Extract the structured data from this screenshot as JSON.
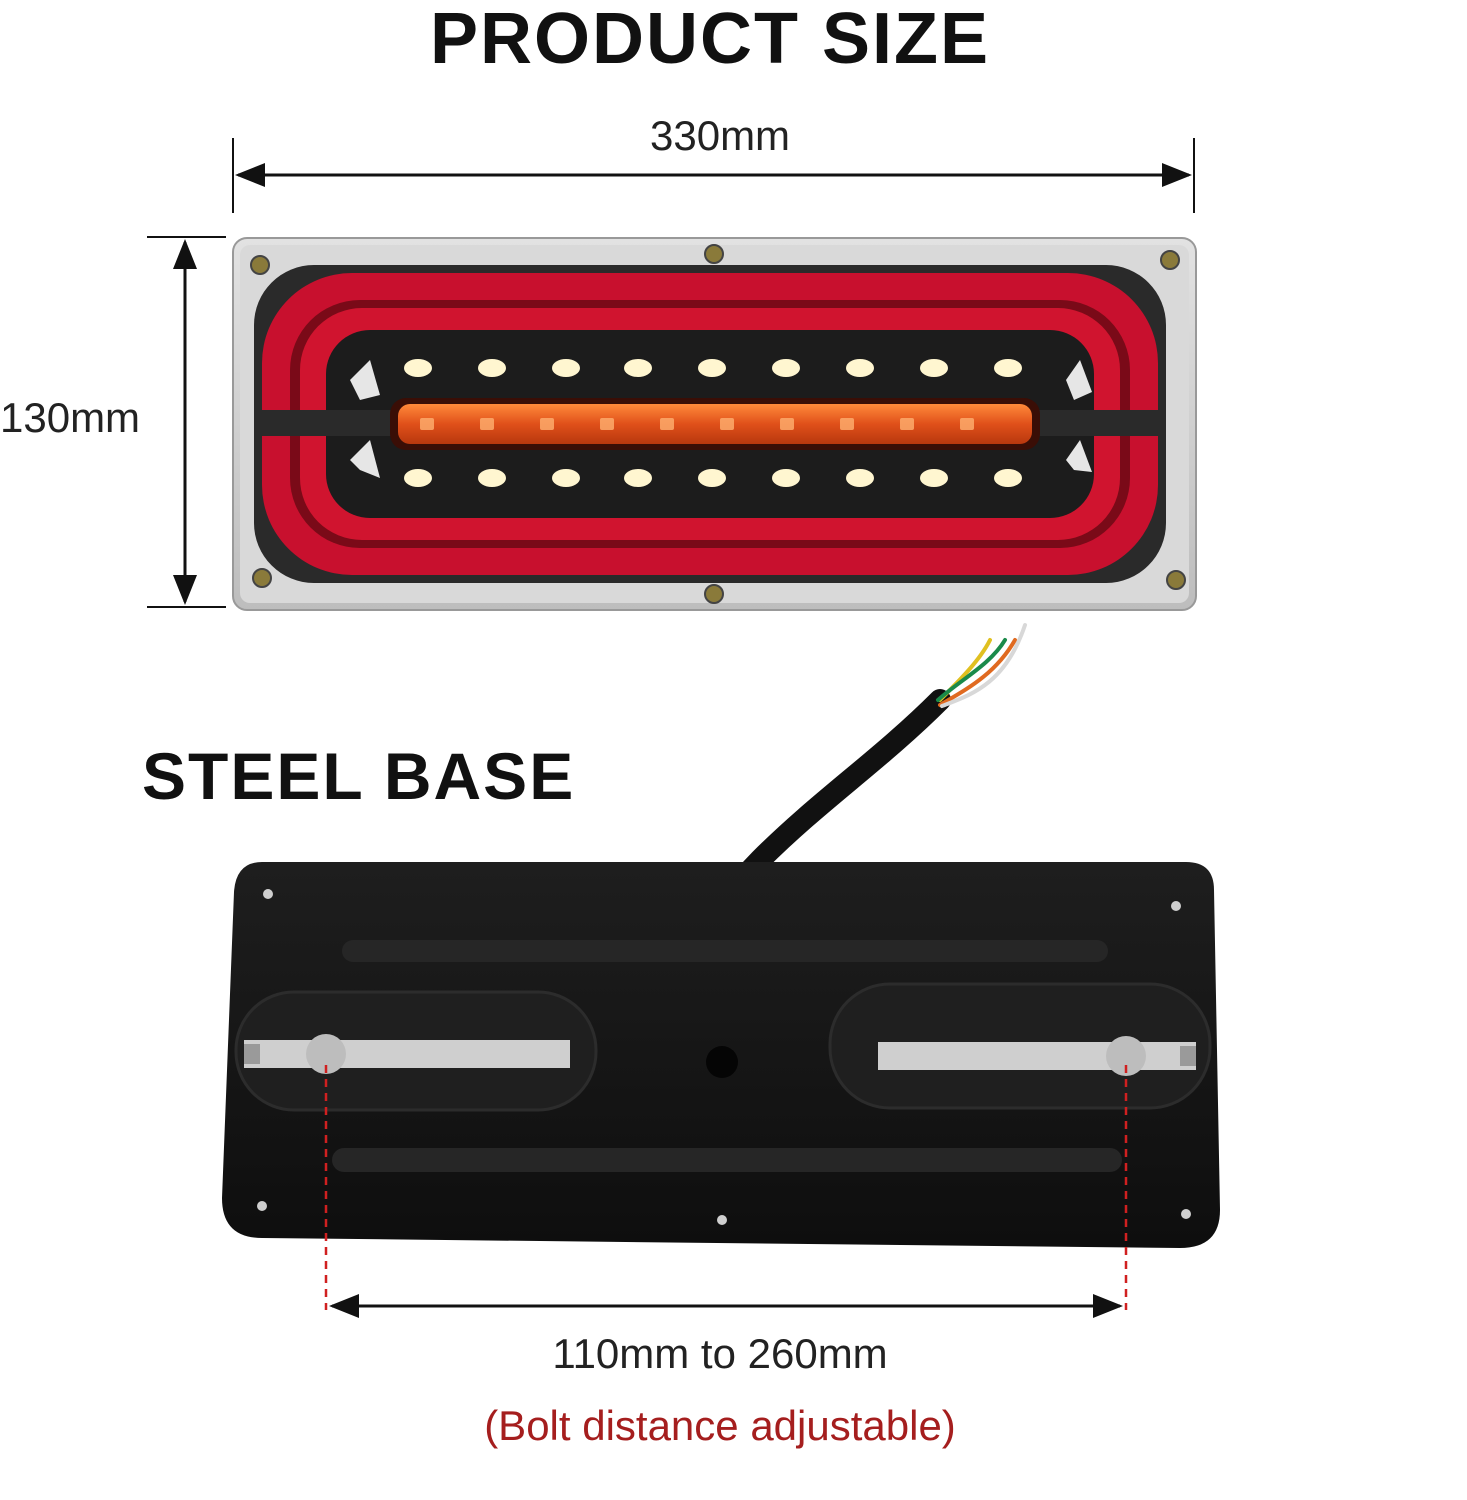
{
  "titles": {
    "product_size": "PRODUCT SIZE",
    "steel_base": "STEEL BASE"
  },
  "dimensions": {
    "width": "330mm",
    "height": "130mm",
    "bolt_range": "110mm to 260mm",
    "bolt_note": "(Bolt distance adjustable)"
  },
  "colors": {
    "lens_red": "#c8102e",
    "amber_strip": "#e85a1a",
    "base_black": "#151515",
    "note_red": "#a51e1e"
  }
}
